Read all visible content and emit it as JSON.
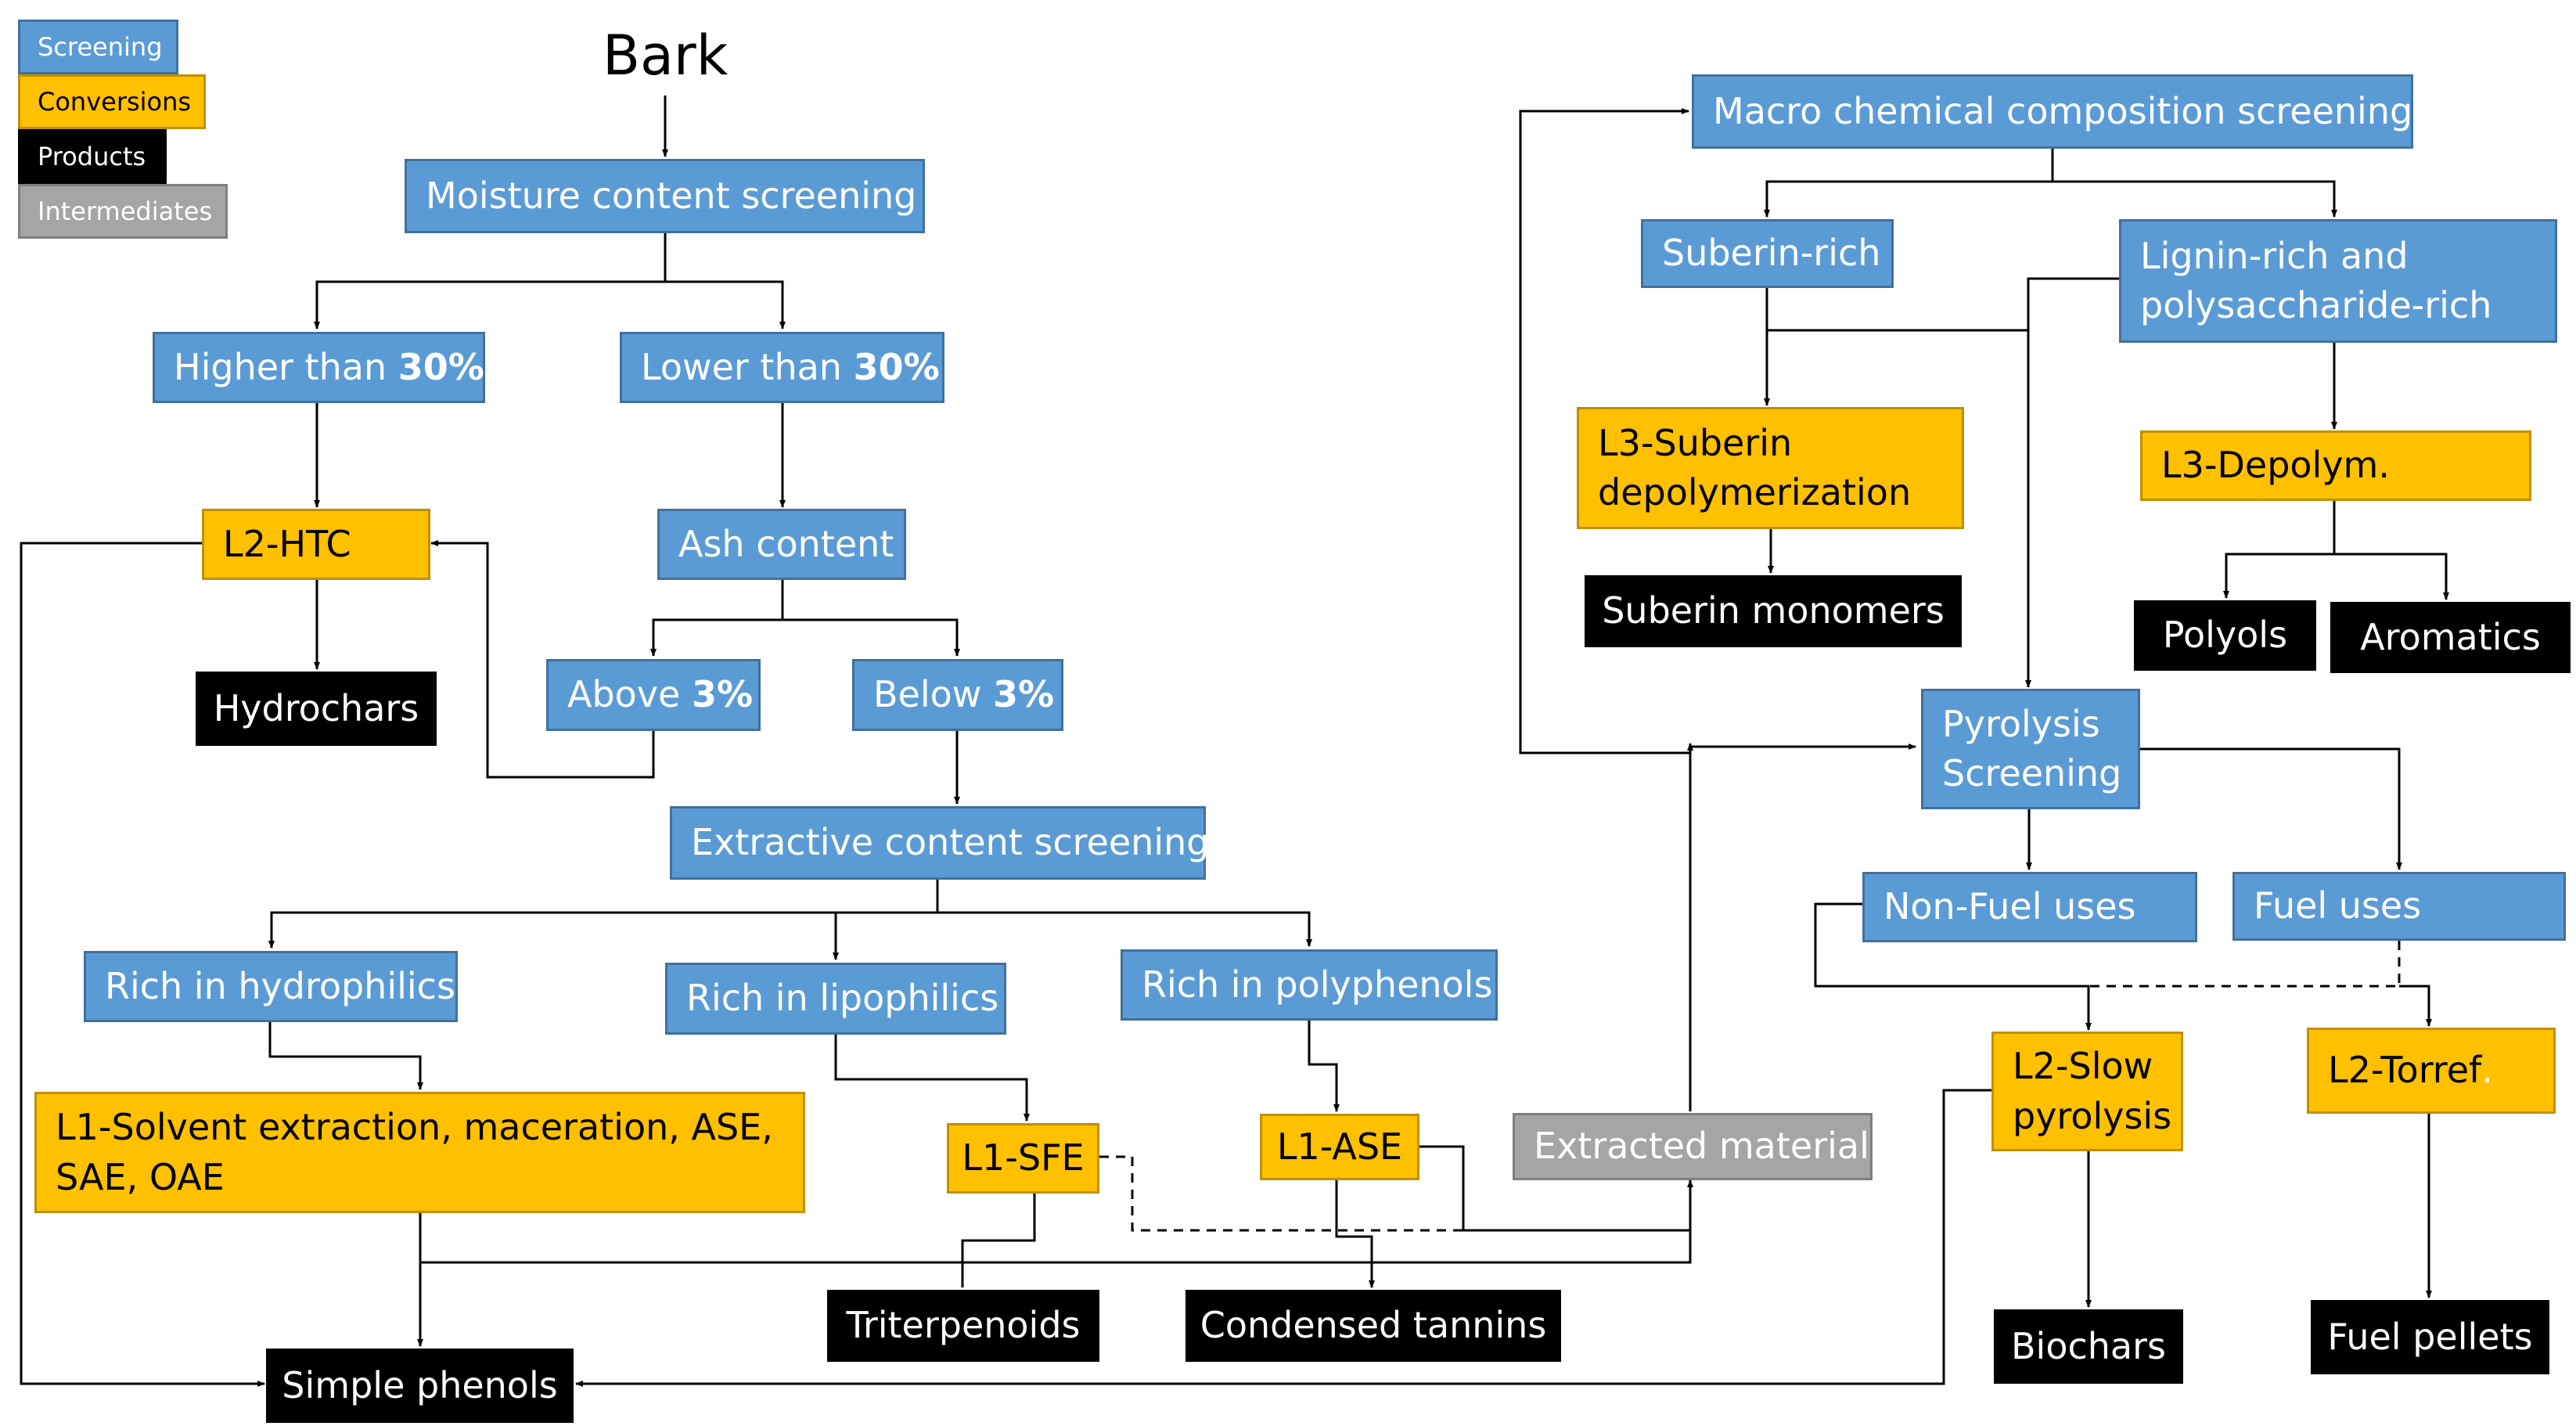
{
  "legend": {
    "screening": "Screening",
    "conversions": "Conversions",
    "products": "Products",
    "intermediates": "Intermediates"
  },
  "colors": {
    "screening": "#5b9bd5",
    "conversions": "#ffc000",
    "products": "#000000",
    "intermediates": "#a5a5a5"
  },
  "diagram": {
    "title": "Bark",
    "moisture": "Moisture content screening",
    "higher": {
      "text": "Higher than ",
      "bold": "30%"
    },
    "lower": {
      "text": "Lower than ",
      "bold": "30%"
    },
    "l2_htc": "L2-HTC",
    "hydrochars": "Hydrochars",
    "ash": "Ash content",
    "above": {
      "text": "Above ",
      "bold": "3%"
    },
    "below": {
      "text": "Below ",
      "bold": "3%"
    },
    "extractive": "Extractive content screening",
    "hydrophilics": "Rich in hydrophilics",
    "lipophilics": "Rich in lipophilics",
    "polyphenols": "Rich in polyphenols",
    "l1_solvent": [
      "L1-Solvent extraction, maceration, ASE,",
      "SAE, OAE"
    ],
    "l1_sfe": "L1-SFE",
    "l1_ase": "L1-ASE",
    "extracted": "Extracted material",
    "triterpenoids": "Triterpenoids",
    "tannins": "Condensed tannins",
    "phenols": "Simple phenols",
    "macro": "Macro chemical composition screening",
    "suberin_rich": "Suberin-rich",
    "lignin_rich": [
      "Lignin-rich and",
      "polysaccharide-rich"
    ],
    "l3_suberin": [
      "L3-Suberin",
      "depolymerization"
    ],
    "suberin_monomers": "Suberin monomers",
    "l3_depolym": "L3-Depolym.",
    "polyols": "Polyols",
    "aromatics": "Aromatics",
    "pyrolysis": [
      "Pyrolysis",
      "Screening"
    ],
    "nonfuel": "Non-Fuel uses",
    "fuel": "Fuel uses",
    "l2_slow": [
      "L2-Slow",
      "pyrolysis"
    ],
    "l2_torref": {
      "text": "L2-Torref",
      "dot": "."
    },
    "biochars": "Biochars",
    "fuel_pellets": "Fuel pellets"
  }
}
